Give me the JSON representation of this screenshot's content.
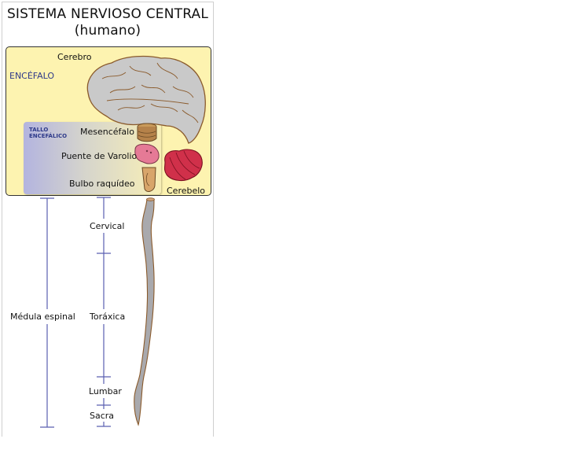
{
  "title": {
    "line1": "SISTEMA NERVIOSO CENTRAL",
    "line2": "(humano)"
  },
  "encefalo": {
    "label": "ENCÉFALO",
    "cerebro": "Cerebro",
    "cerebelo": "Cerebelo",
    "tallo": {
      "label_line1": "TALLO",
      "label_line2": "ENCEFÁLICO",
      "parts": [
        "Mesencéfalo",
        "Puente de Varolio",
        "Bulbo raquídeo"
      ]
    }
  },
  "medula": {
    "label": "Médula espinal",
    "regions": [
      "Cervical",
      "Toráxica",
      "Lumbar",
      "Sacra"
    ]
  },
  "colors": {
    "encefalo_bg": "#fdf3b0",
    "bracket_line": "#5a5fb0",
    "label_blue": "#2e3a8a",
    "brain_fill": "#c9c9c9",
    "brain_outline": "#8a5a2b",
    "cerebelo_fill": "#d0304a",
    "spine_fill": "#a9a9ad"
  }
}
